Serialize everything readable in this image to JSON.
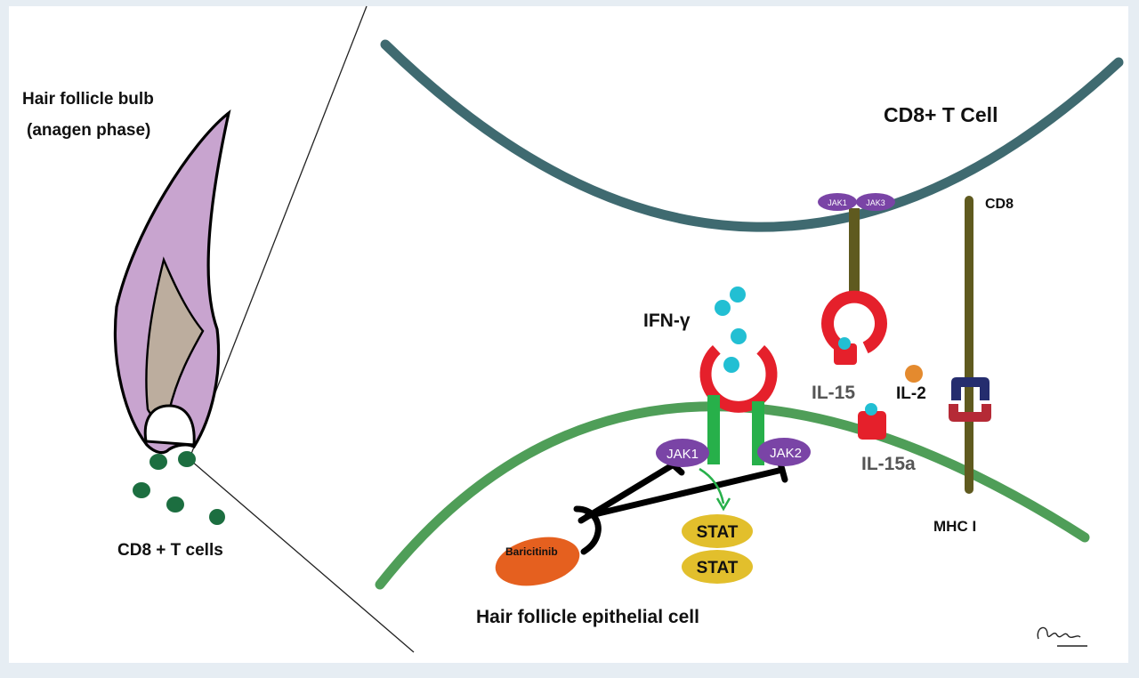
{
  "left_panel": {
    "bulb_title_line1": "Hair follicle bulb",
    "bulb_title_line2": "(anagen phase)",
    "cells_label": "CD8 + T cells"
  },
  "t_cell": {
    "title": "CD8+ T Cell",
    "jak1_small": "JAK1",
    "jak3_small": "JAK3",
    "cd8": "CD8"
  },
  "epithelial": {
    "title": "Hair follicle epithelial cell",
    "jak1": "JAK1",
    "jak2": "JAK2",
    "stat_top": "STAT",
    "stat_bottom": "STAT",
    "drug": "Baricitinib",
    "mhc": "MHC I"
  },
  "cytokines": {
    "ifn": "IFN-γ",
    "il15": "IL-15",
    "il2": "IL-2",
    "il15a": "IL-15a"
  },
  "colors": {
    "background": "#e6edf3",
    "panel": "#ffffff",
    "tcell_membrane": "#3f6a70",
    "epithelial_membrane": "#4f9e58",
    "receptor_red": "#e5202b",
    "cytokine_cyan": "#22bfd3",
    "jak_purple": "#7a44a6",
    "stat_yellow": "#e2bf2c",
    "drug_orange": "#e5601f",
    "stalk_olive": "#5f5a1f",
    "receptor_green": "#27b04a",
    "follicle_lilac": "#c8a4cf",
    "follicle_core": "#bcad9e",
    "cd8_cell_green": "#1c6e40",
    "mhc_navy": "#252d6e",
    "il2_orange": "#e48a2e"
  }
}
